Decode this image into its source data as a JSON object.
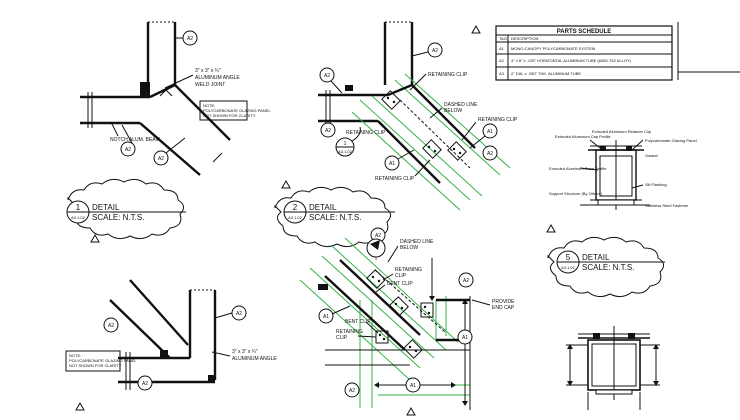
{
  "tags": {
    "a1": "A1",
    "a2": "A2"
  },
  "detail_1": {
    "number": "1",
    "sheet_ref": "A3.1.02",
    "title": "DETAIL",
    "scale": "SCALE: N.T.S.",
    "angle_label_line1": "3\" x 3\" x ¼\"",
    "angle_label_line2": "ALUMINUM ANGLE",
    "angle_label_line3": "WELD JOINT",
    "note_line1": "NOTE:",
    "note_line2": "POLYCARBONATE GLAZING PANEL",
    "note_line3": "NOT SHOWN FOR CLARITY",
    "beam_label": "NOTCH ALUM. BEAM"
  },
  "detail_2": {
    "number": "2",
    "sheet_ref": "A3.1.02",
    "title": "DETAIL",
    "scale": "SCALE: N.T.S.",
    "retaining_clip": "RETAINING CLIP",
    "dashed_line_1": "DASHED LINE",
    "dashed_line_2": "BELOW",
    "callout_number": "1",
    "callout_ref": "A3.1.02"
  },
  "parts_schedule": {
    "title": "PARTS SCHEDULE",
    "headers": [
      "TAG",
      "DESCRIPTION"
    ],
    "rows": [
      [
        "A1",
        "MONO-CANOPY POLYCARBONATE SYSTEM"
      ],
      [
        "A2",
        "4\" x 8\" x .125\" HORIZONTAL ALUMINUM TUBE (6063-T52 ALLOY)"
      ],
      [
        "A3",
        "2\" DIA. x .250\" THK. ALUMINUM TUBE"
      ]
    ]
  },
  "section_detail": {
    "label_extruded_alum": "Extruded Aluminum Retainer Clip",
    "label_cap": "Extruded Aluminum Cap Profile",
    "label_glazing": "Polycarbonate Glazing Panel",
    "label_gasket": "Gasket",
    "label_base": "Extruded Aluminum Base Profile",
    "label_support": "Support Structure (By Others)",
    "label_sill": "Sill Flashing",
    "label_fastener": "Stainless Steel Fastener"
  },
  "detail_3": {
    "angle_label_line1": "3\" x 3\" x ¼\"",
    "angle_label_line2": "ALUMINUM ANGLE",
    "note_line1": "NOTE:",
    "note_line2": "POLYCARBONATE GLAZING PANEL",
    "note_line3": "NOT SHOWN FOR CLARITY"
  },
  "detail_4": {
    "dashed_line_1": "DASHED LINE",
    "dashed_line_2": "BELOW",
    "retaining_clip_1": "RETAINING",
    "retaining_clip_2": "CLIP",
    "bent_clip": "BENT CLIP",
    "provide_1": "PROVIDE",
    "provide_2": "END CAP",
    "bubble_label": "1"
  },
  "detail_5": {
    "number": "5",
    "sheet_ref": "A3.1.02",
    "title": "DETAIL",
    "scale": "SCALE: N.T.S."
  }
}
